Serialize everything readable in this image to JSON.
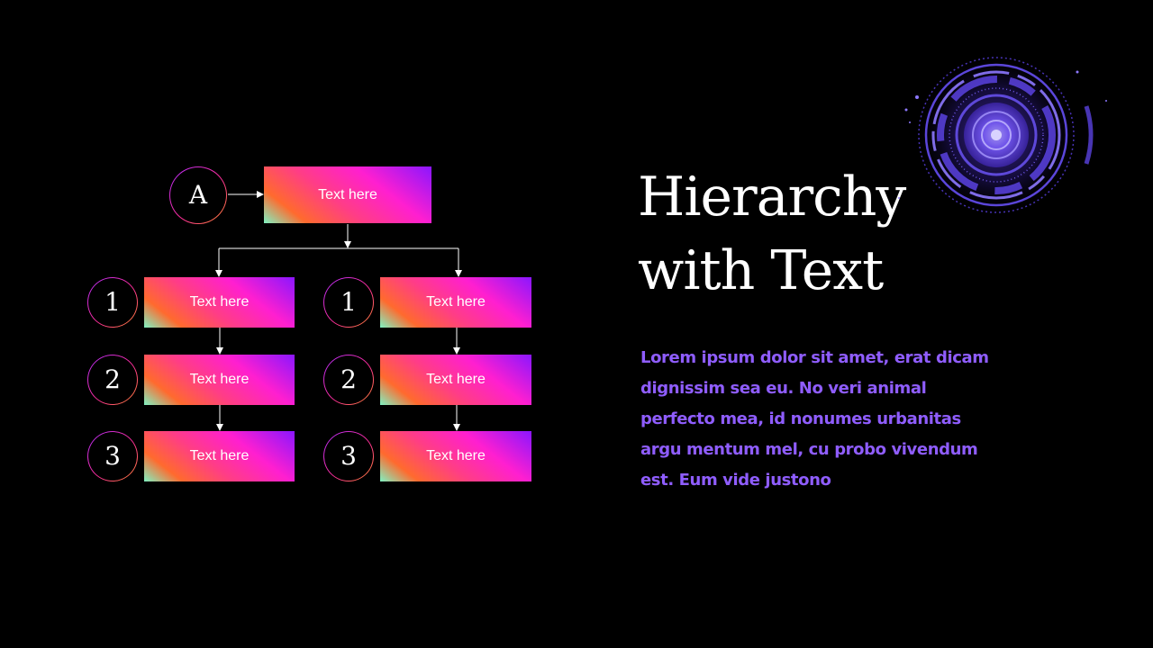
{
  "slide": {
    "title_line1": "Hierarchy",
    "title_line2": "with Text",
    "body": "Lorem ipsum dolor sit amet, erat dicam dignissim sea eu. No veri animal perfecto mea, id nonumes urbanitas argu mentum mel, cu probo vivendum est. Eum vide justono"
  },
  "diagram": {
    "root": {
      "badge": "A",
      "label": "Text here"
    },
    "left_branch": [
      {
        "badge": "1",
        "label": "Text here"
      },
      {
        "badge": "2",
        "label": "Text here"
      },
      {
        "badge": "3",
        "label": "Text here"
      }
    ],
    "right_branch": [
      {
        "badge": "1",
        "label": "Text here"
      },
      {
        "badge": "2",
        "label": "Text here"
      },
      {
        "badge": "3",
        "label": "Text here"
      }
    ]
  },
  "colors": {
    "background": "#000000",
    "body_text": "#8f5dff",
    "title": "#ffffff",
    "hud_accent": "#7a5cff"
  },
  "icons": {
    "decoration": "hud-ring-icon"
  }
}
